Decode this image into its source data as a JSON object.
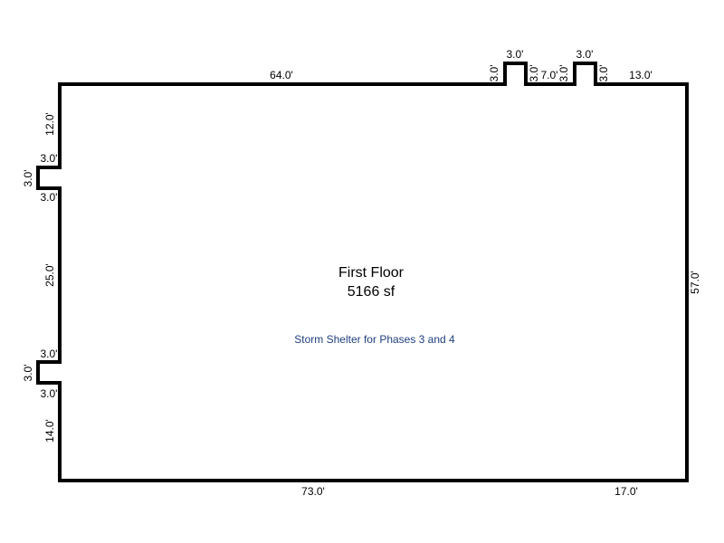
{
  "plan": {
    "title": "First Floor",
    "area": "5166 sf",
    "note": "Storm Shelter for Phases 3 and 4",
    "note_color": "#1f3f7f",
    "wall_color": "#000000"
  },
  "dimensions": {
    "top_main": "64.0'",
    "top_bump1_left": "3.0'",
    "top_bump1_width": "3.0'",
    "top_bump1_right": "3.0'",
    "top_between": "7.0'",
    "top_bump2_left": "3.0'",
    "top_bump2_width": "3.0'",
    "top_bump2_right": "3.0'",
    "top_right": "13.0'",
    "right": "57.0'",
    "bottom_main": "73.0'",
    "bottom_right": "17.0'",
    "left_top": "12.0'",
    "left_bump1_top": "3.0'",
    "left_bump1_depth": "3.0'",
    "left_bump1_bottom": "3.0'",
    "left_mid": "25.0'",
    "left_bump2_top": "3.0'",
    "left_bump2_depth": "3.0'",
    "left_bump2_bottom": "3.0'",
    "left_bottom": "14.0'"
  }
}
